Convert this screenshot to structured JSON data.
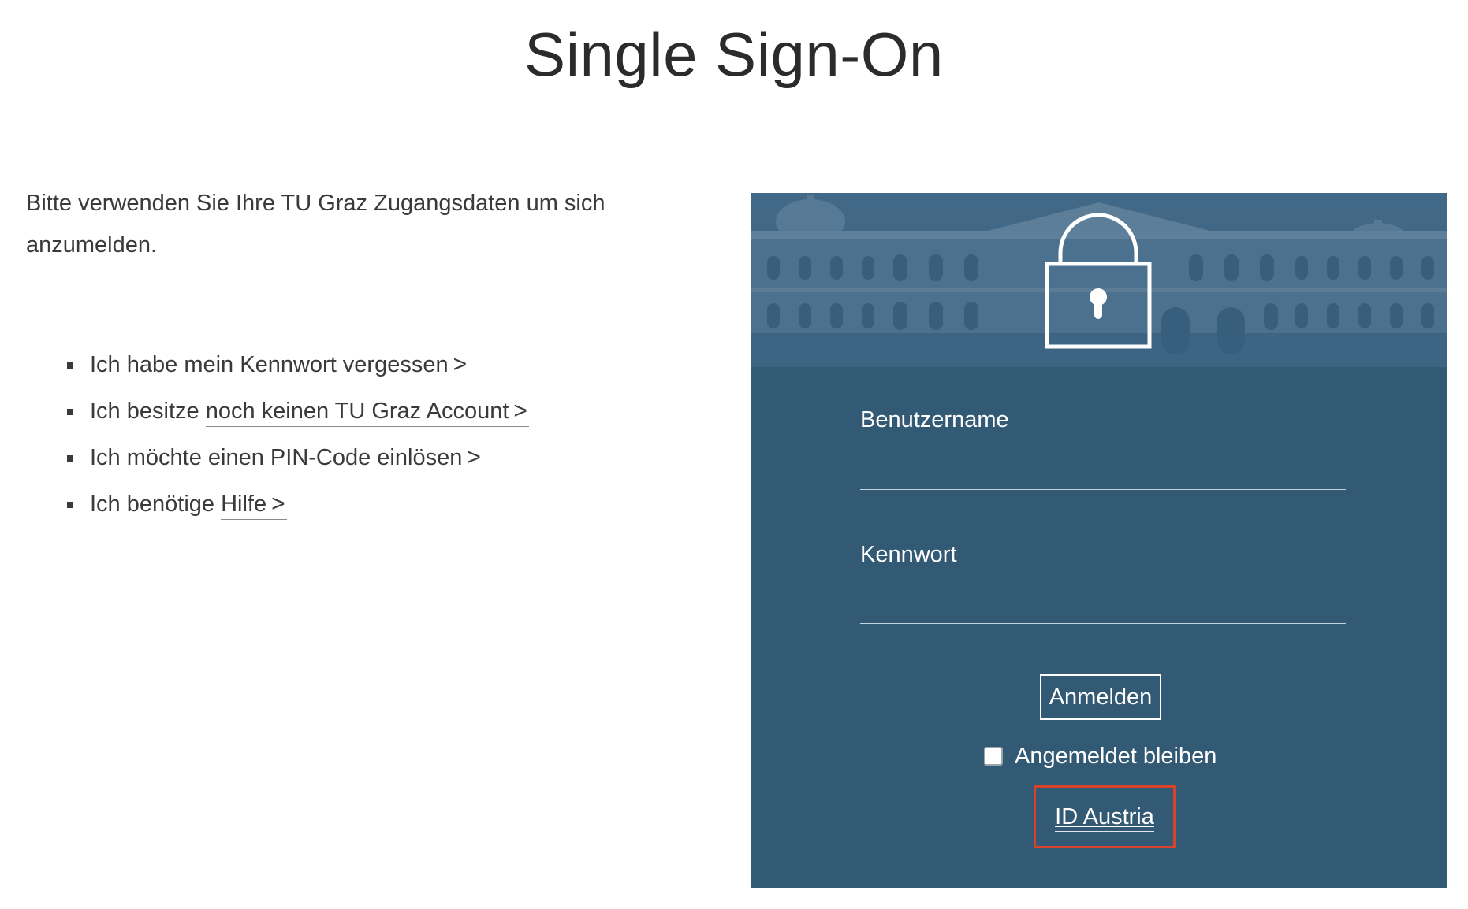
{
  "page": {
    "title": "Single Sign-On",
    "intro": "Bitte verwenden Sie Ihre TU Graz Zugangsdaten um sich anzumelden."
  },
  "links": [
    {
      "prefix": "Ich habe mein ",
      "link": "Kennwort vergessen",
      "chevron": ">"
    },
    {
      "prefix": "Ich besitze ",
      "link": "noch keinen TU Graz Account",
      "chevron": ">"
    },
    {
      "prefix": "Ich möchte einen ",
      "link": "PIN-Code einlösen",
      "chevron": ">"
    },
    {
      "prefix": "Ich benötige ",
      "link": "Hilfe",
      "chevron": ">"
    }
  ],
  "login": {
    "hero_icon": "padlock-icon",
    "username_label": "Benutzername",
    "username_value": "",
    "password_label": "Kennwort",
    "password_value": "",
    "submit_label": "Anmelden",
    "remember_label": "Angemeldet bleiben",
    "remember_checked": false,
    "id_austria_label": "ID Austria"
  },
  "colors": {
    "panel_bg": "#335a74",
    "highlight_border": "#d9432c",
    "text": "#3a3a3a"
  }
}
